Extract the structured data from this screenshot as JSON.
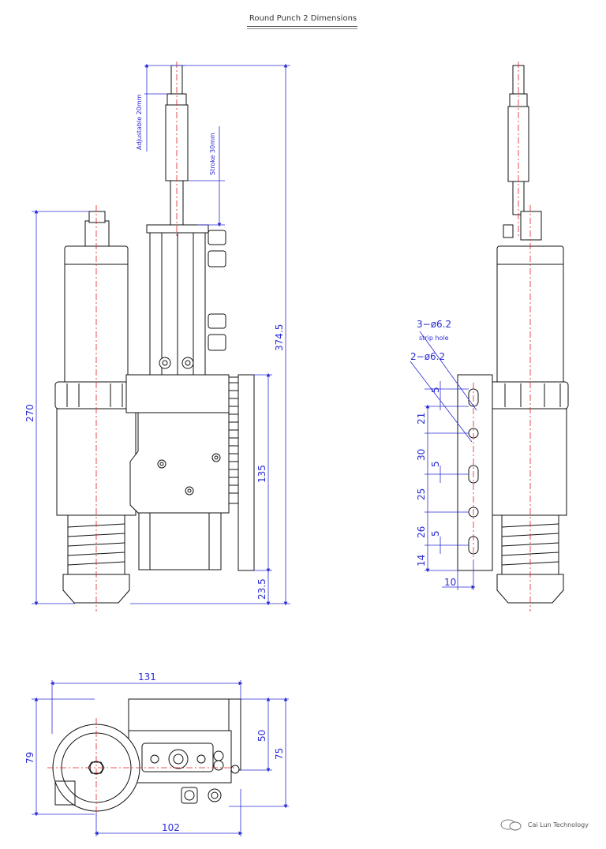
{
  "title": "Round Punch 2 Dimensions",
  "watermark": "Cai Lun Technology",
  "colors": {
    "outline": "#111111",
    "dimension": "#2b2bd6",
    "centerline": "#e02020",
    "fill": "#ffffff"
  },
  "front_view": {
    "dim_adjustable": "Adjustable 20mm",
    "dim_stroke": "Stroke 30mm",
    "dim_total_height": "374.5",
    "dim_body_height": "270",
    "dim_base": "135",
    "dim_bottom": "23.5"
  },
  "side_view": {
    "label_strip_holes": "3−ø6.2",
    "label_strip_sub": "strip hole",
    "label_holes": "2−ø6.2",
    "dims": [
      "5",
      "21",
      "30",
      "5",
      "25",
      "26",
      "5",
      "14",
      "10"
    ]
  },
  "top_view": {
    "dim_width": "131",
    "dim_depth": "79",
    "dim_plate": "50",
    "dim_total_depth": "75",
    "dim_bottom_width": "102"
  }
}
